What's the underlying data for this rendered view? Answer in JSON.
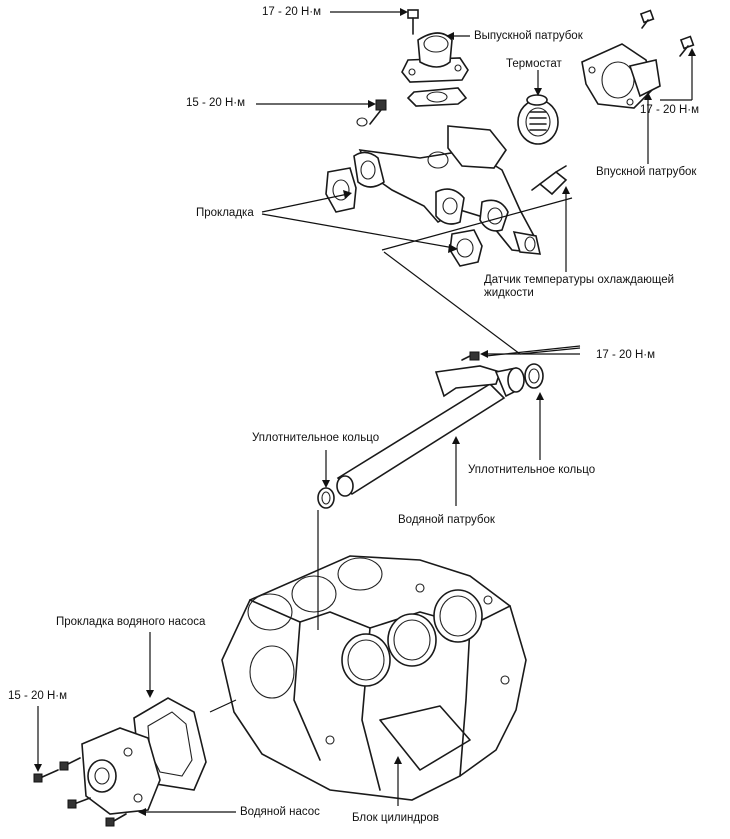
{
  "labels": {
    "torque_outlet": "17 - 20 Н·м",
    "outlet_fitting": "Выпускной патрубок",
    "thermostat": "Термостат",
    "torque_left_top": "15 - 20 Н·м",
    "torque_inlet": "17 - 20 Н·м",
    "inlet_fitting": "Впускной патрубок",
    "gasket": "Прокладка",
    "temp_sensor": "Датчик температуры охлаждающей жидкости",
    "torque_pipe": "17 - 20 Н·м",
    "oring_left": "Уплотнительное кольцо",
    "oring_right": "Уплотнительное кольцо",
    "water_pipe": "Водяной патрубок",
    "pump_gasket": "Прокладка водяного насоса",
    "torque_pump": "15 - 20 Н·м",
    "water_pump": "Водяной насос",
    "cylinder_block": "Блок цилиндров"
  }
}
